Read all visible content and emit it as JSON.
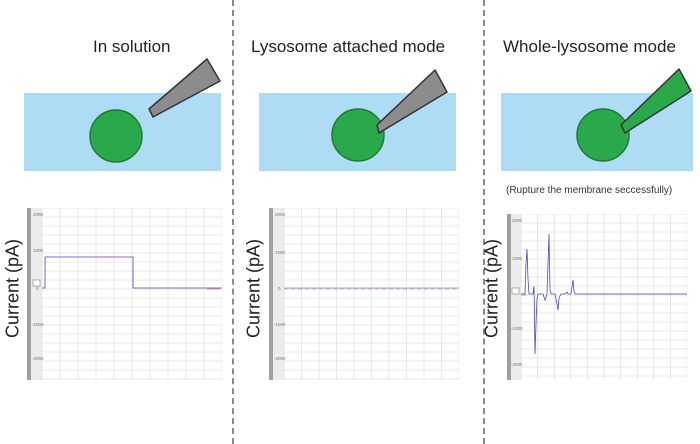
{
  "colors": {
    "solution": "#aedcf5",
    "lysosome": "#2aa94b",
    "lysosome_edge": "#1e7a36",
    "pipette_gray": "#8c8c8c",
    "pipette_green": "#2aa94b",
    "pipette_edge": "#333333",
    "trace_blue": "#4a4ac8",
    "trace_red": "#d24a4a",
    "divider": "#8a8a8a"
  },
  "panels": [
    {
      "title": "In solution",
      "pipette_state": "separated",
      "ylabel": "Current (pA)",
      "ticks": [
        "2000",
        "1000",
        "0",
        "-1000",
        "-2000"
      ]
    },
    {
      "title": "Lysosome attached mode",
      "pipette_state": "attached",
      "ylabel": "Current (pA)",
      "ticks": [
        "2000",
        "1000",
        "0",
        "-1000",
        "-2000"
      ]
    },
    {
      "title": "Whole-lysosome mode",
      "pipette_state": "ruptured",
      "note": "(Rupture the membrane seccessfully)",
      "ylabel": "Current (pA)",
      "ticks": [
        "2000",
        "1000",
        "0",
        "-1000",
        "-2000"
      ]
    }
  ]
}
